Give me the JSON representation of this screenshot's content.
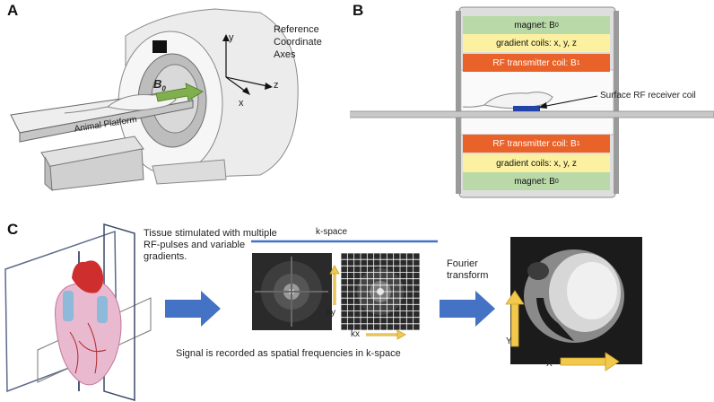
{
  "panels": {
    "a": "A",
    "b": "B",
    "c": "C"
  },
  "panel_a": {
    "reference_axes_title": [
      "Reference",
      "Coordinate",
      "Axes"
    ],
    "axes": {
      "x": "x",
      "y": "y",
      "z": "z"
    },
    "field": "B",
    "field_sub": "0",
    "platform": "Animal Platform",
    "colors": {
      "arrow": "#7fb04d",
      "scanner": "#e8e8e8",
      "aperture": "#9a9a9a"
    }
  },
  "panel_b": {
    "layers_top": [
      {
        "text": "magnet: B",
        "sub": "0",
        "color": "#b9d9a8"
      },
      {
        "text": "gradient coils: x, y, z",
        "sub": "",
        "color": "#fbf1a0"
      },
      {
        "text": "RF transmitter coil: B",
        "sub": "1",
        "color": "#e8622a"
      }
    ],
    "layers_bottom": [
      {
        "text": "RF transmitter coil: B",
        "sub": "1",
        "color": "#e8622a"
      },
      {
        "text": "gradient coils: x, y, z",
        "sub": "",
        "color": "#fbf1a0"
      },
      {
        "text": "magnet: B",
        "sub": "0",
        "color": "#b9d9a8"
      }
    ],
    "receiver_label": "Surface RF receiver coil",
    "colors": {
      "coil": "#2244aa",
      "platform": "#b8b8b8"
    }
  },
  "panel_c": {
    "tissue_text": [
      "Tissue stimulated with multiple",
      "RF-pulses and variable",
      "gradients."
    ],
    "kspace_title": "k-space",
    "ky": "ky",
    "kx": "kx",
    "signal_text": "Signal is recorded as spatial frequencies in k-space",
    "fourier_text": [
      "Fourier",
      "transform"
    ],
    "y_label": "Y",
    "x_label": "X",
    "colors": {
      "arrow": "#4472c4",
      "axis_arrow": "#f2c94c",
      "kspace_line": "#4472c4"
    }
  }
}
